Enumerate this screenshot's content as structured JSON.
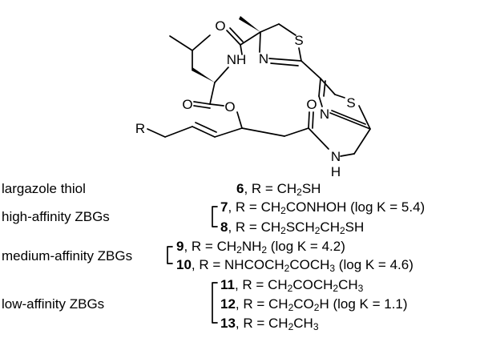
{
  "structure": {
    "atoms": {
      "O_amide_top": "O",
      "S_thiazoline": "S",
      "N_thiazoline": "N",
      "NH_valine": "NH",
      "N_thiazole": "N",
      "S_thiazole": "S",
      "O_ester_carbonyl": "O",
      "O_ester": "O",
      "O_amide_right": "O",
      "R_group": "R",
      "N_amide": "N",
      "H_amide": "H"
    }
  },
  "legend": {
    "categories": [
      {
        "label": "largazole thiol"
      },
      {
        "label": "high-affinity ZBGs"
      },
      {
        "label": "medium-affinity ZBGs"
      },
      {
        "label": "low-affinity ZBGs"
      }
    ],
    "compounds": [
      {
        "number": "6",
        "prefix": ", R = ",
        "formula": [
          "CH",
          "2",
          "SH"
        ]
      },
      {
        "number": "7",
        "prefix": ", R = ",
        "formula": [
          "CH",
          "2",
          "CONHOH (log K = 5.4)"
        ]
      },
      {
        "number": "8",
        "prefix": ", R = ",
        "formula": [
          "CH",
          "2",
          "SCH",
          "2",
          "CH",
          "2",
          "SH"
        ]
      },
      {
        "number": "9",
        "prefix": ", R = ",
        "formula": [
          "CH",
          "2",
          "NH",
          "2",
          " (log K = 4.2)"
        ]
      },
      {
        "number": "10",
        "prefix": ", R = ",
        "formula": [
          "NHCOCH",
          "2",
          "COCH",
          "3",
          " (log K = 4.6)"
        ]
      },
      {
        "number": "11",
        "prefix": ", R = ",
        "formula": [
          "CH",
          "2",
          "COCH",
          "2",
          "CH",
          "3"
        ]
      },
      {
        "number": "12",
        "prefix": ", R = ",
        "formula": [
          "CH",
          "2",
          "CO",
          "2",
          "H (log K = 1.1)"
        ]
      },
      {
        "number": "13",
        "prefix": ", R = ",
        "formula": [
          "CH",
          "2",
          "CH",
          "3"
        ]
      }
    ]
  }
}
